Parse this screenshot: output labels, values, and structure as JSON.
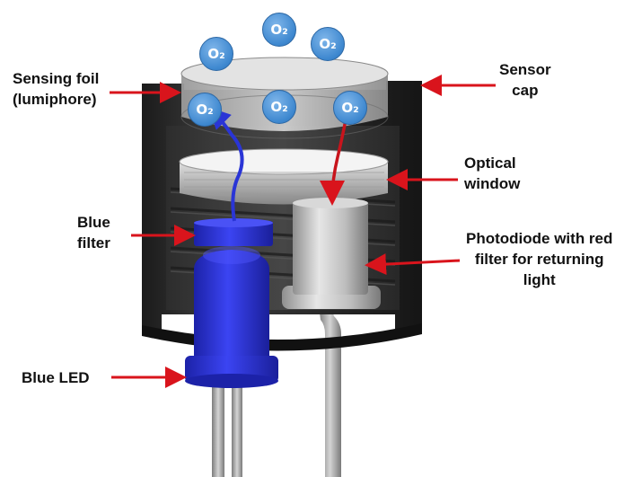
{
  "labels": {
    "sensing_foil": [
      "Sensing foil",
      "(lumiphore)"
    ],
    "sensor_cap": [
      "Sensor",
      "cap"
    ],
    "optical_window": [
      "Optical",
      "window"
    ],
    "blue_filter": [
      "Blue",
      "filter"
    ],
    "photodiode": [
      "Photodiode with red",
      "filter for returning",
      "light"
    ],
    "blue_led": "Blue LED"
  },
  "molecule": "O₂",
  "colors": {
    "arrow_red": "#d9141c",
    "blue_light": "#2a35d6",
    "led_blue": "#2b33e0",
    "cap_black": "#2a2a2a",
    "o2_blue": "#4a90d9"
  }
}
